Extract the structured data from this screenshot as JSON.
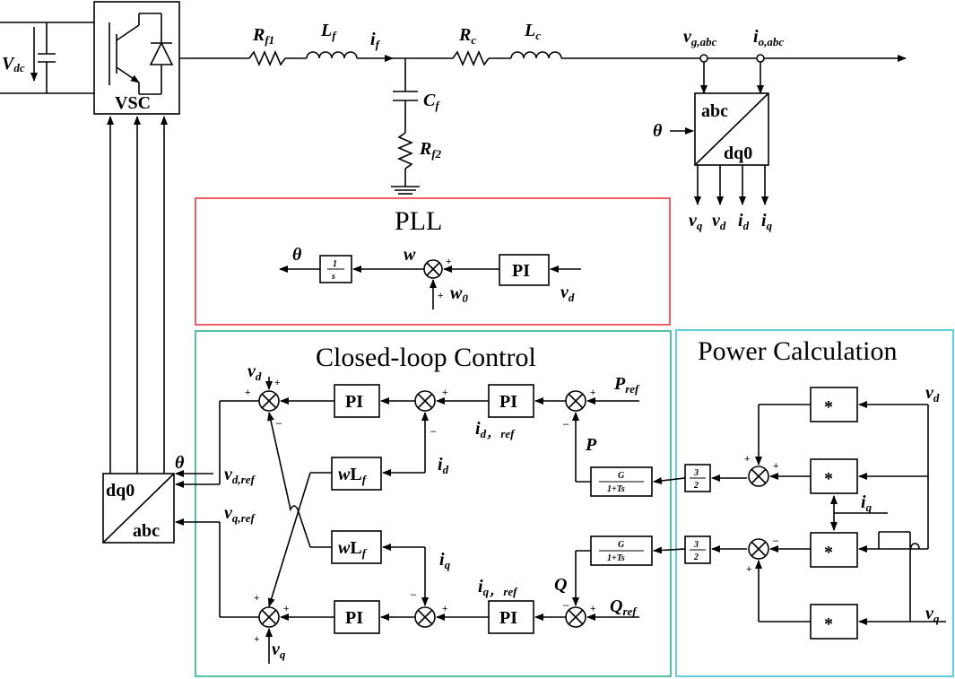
{
  "circuit": {
    "vdc": "V",
    "vdc_sub": "dc",
    "vsc": "VSC",
    "rf1": "R",
    "rf1_sub": "f1",
    "lf": "L",
    "lf_sub": "f",
    "if": "i",
    "if_sub": "f",
    "rc": "R",
    "rc_sub": "c",
    "lc": "L",
    "lc_sub": "c",
    "cf": "C",
    "cf_sub": "f",
    "rf2": "R",
    "rf2_sub": "f2",
    "vg": "v",
    "vg_sub": "g,abc",
    "io": "i",
    "io_sub": "o,abc"
  },
  "transform_top": {
    "top": "abc",
    "bottom": "dq0",
    "theta": "θ",
    "outputs": [
      {
        "sym": "v",
        "sub": "q"
      },
      {
        "sym": "v",
        "sub": "d"
      },
      {
        "sym": "i",
        "sub": "d"
      },
      {
        "sym": "i",
        "sub": "q"
      }
    ]
  },
  "pll": {
    "title": "PLL",
    "theta": "θ",
    "integrator_num": "1",
    "integrator_den": "s",
    "w": "w",
    "w0": "w",
    "w0_sub": "0",
    "pi": "PI",
    "vd": "v",
    "vd_sub": "d",
    "plus": "+"
  },
  "closed_loop": {
    "title": "Closed-loop Control",
    "pi": "PI",
    "vd": "v",
    "vd_sub": "d",
    "vq": "v",
    "vq_sub": "q",
    "id_ref": "i",
    "id_ref_sub": "d， ref",
    "iq_ref": "i",
    "iq_ref_sub": "q， ref",
    "id": "i",
    "id_sub": "d",
    "iq": "i",
    "iq_sub": "q",
    "wlf_w": "w",
    "wlf_L": "L",
    "wlf_sub": "f",
    "pref": "P",
    "pref_sub": "ref",
    "qref": "Q",
    "qref_sub": "ref",
    "p": "P",
    "q": "Q",
    "vd_ref": "v",
    "vd_ref_sub": "d,ref",
    "vq_ref": "v",
    "vq_ref_sub": "q,ref",
    "theta": "θ",
    "plus": "+",
    "minus": "–"
  },
  "transform_bottom": {
    "top": "dq0",
    "bottom": "abc"
  },
  "power_calc": {
    "title": "Power Calculation",
    "mult": "*",
    "gain_num": "3",
    "gain_den": "2",
    "tf_num": "G",
    "tf_den": "1+Ts",
    "vd": "v",
    "vd_sub": "d",
    "vq": "v",
    "vq_sub": "q",
    "iq": "i",
    "iq_sub": "q"
  },
  "colors": {
    "pll_border": "#e8393f",
    "closed_loop_border": "#2bb28a",
    "power_border": "#3cc3d6"
  }
}
